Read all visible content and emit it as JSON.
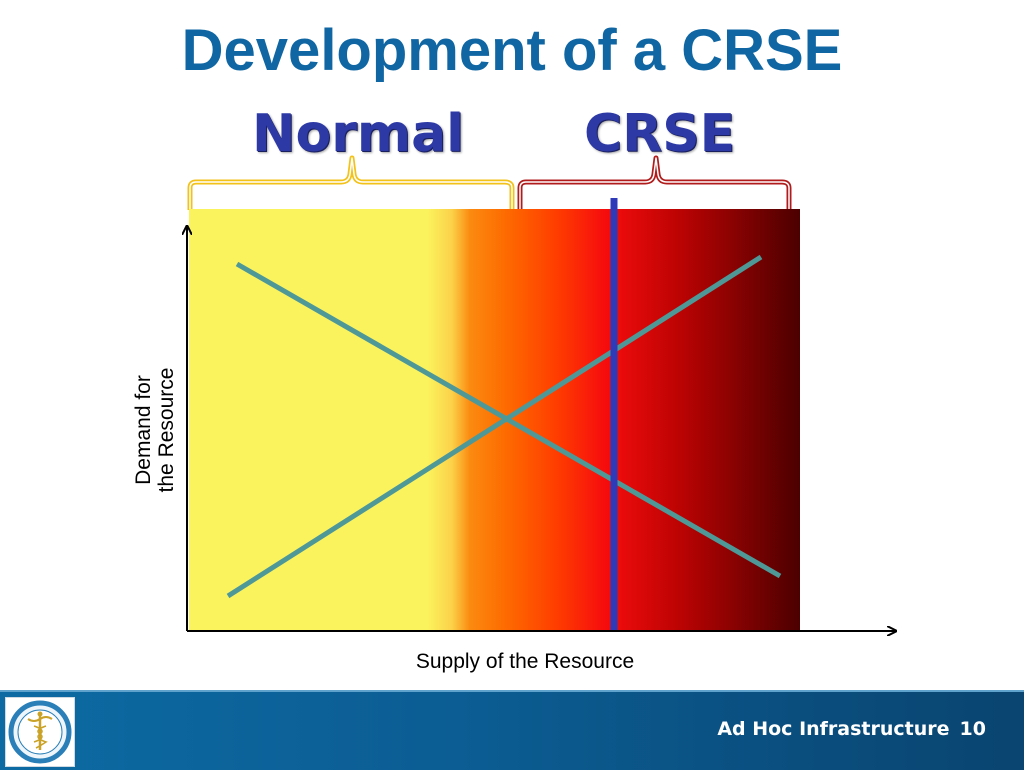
{
  "slide": {
    "title": "Development of a CRSE",
    "labels": {
      "normal": "Normal",
      "crse": "CRSE"
    },
    "axes": {
      "y_line1": "Demand for",
      "y_line2": "the Resource",
      "x": "Supply of the Resource"
    }
  },
  "footer": {
    "text": "Ad Hoc Infrastructure",
    "page_number": "10",
    "logo_icon": "critical-resource-shortages-planning-guide-logo"
  },
  "colors": {
    "title": "#0f66a3",
    "section_labels": "#2d3aa6",
    "normal_bracket": "#f2c21a",
    "crse_bracket": "#b01c1c",
    "curves": "#4e9898",
    "threshold_line": "#2e3ab8",
    "footer": "#0b5d93"
  }
}
